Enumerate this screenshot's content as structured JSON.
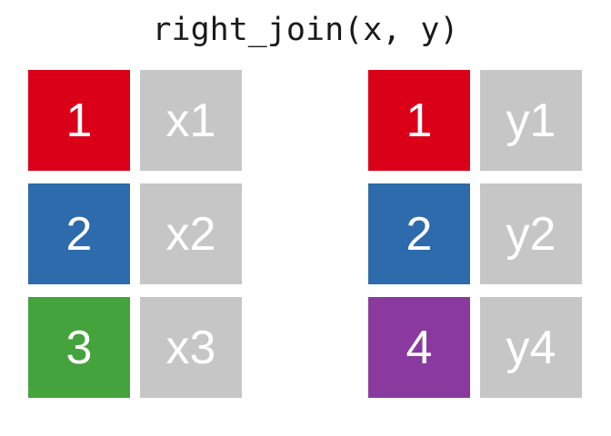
{
  "title": "right_join(x, y)",
  "colors": {
    "red": "#DA0018",
    "blue": "#2D6BAC",
    "green": "#44A33C",
    "purple": "#8A3A9E",
    "gray": "#C6C6C6",
    "cell_text": "#FFFFFF",
    "title_text": "#1A1A1A",
    "background": "#FFFFFF"
  },
  "tables": {
    "x": {
      "name": "x",
      "rows": [
        {
          "key": "1",
          "value": "x1",
          "key_color": "#DA0018"
        },
        {
          "key": "2",
          "value": "x2",
          "key_color": "#2D6BAC"
        },
        {
          "key": "3",
          "value": "x3",
          "key_color": "#44A33C"
        }
      ]
    },
    "y": {
      "name": "y",
      "rows": [
        {
          "key": "1",
          "value": "y1",
          "key_color": "#DA0018"
        },
        {
          "key": "2",
          "value": "y2",
          "key_color": "#2D6BAC"
        },
        {
          "key": "4",
          "value": "y4",
          "key_color": "#8A3A9E"
        }
      ]
    }
  }
}
